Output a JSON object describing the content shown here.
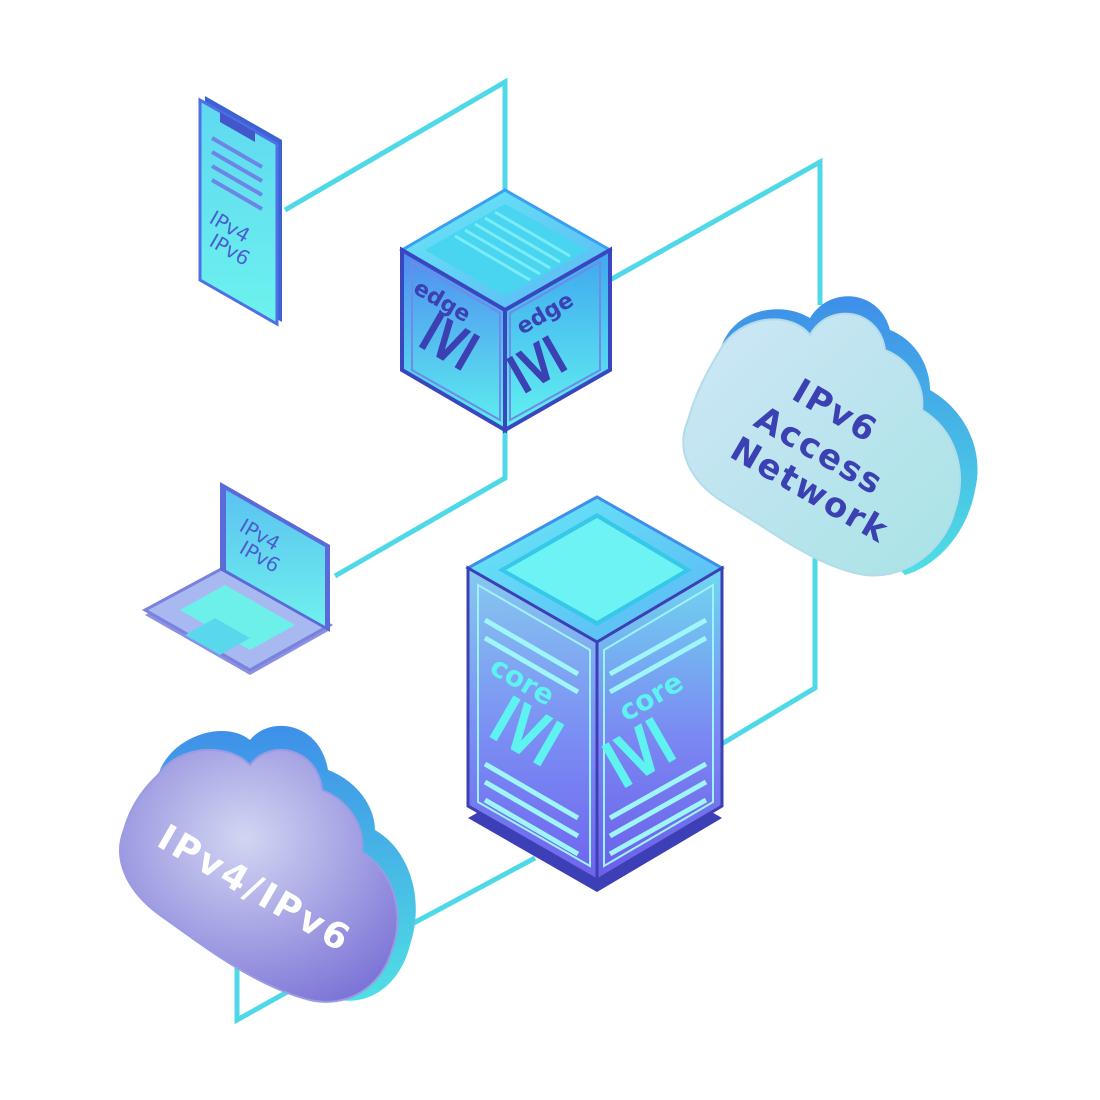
{
  "phone": {
    "line1": "IPv4",
    "line2": "IPv6"
  },
  "laptop": {
    "line1": "IPv4",
    "line2": "IPv6"
  },
  "edge_box": {
    "left_word": "edge",
    "left_logo": "IVI",
    "right_word": "edge",
    "right_logo": "IVI"
  },
  "core_tower": {
    "left_word": "core",
    "left_logo": "IVI",
    "right_word": "core",
    "right_logo": "IVI"
  },
  "cloud_access": {
    "line1": "IPv6",
    "line2": "Access",
    "line3": "Network"
  },
  "cloud_internet": {
    "label": "IPv4/IPv6"
  },
  "colors": {
    "link_line": "#4fd9e8",
    "cyan_face": "#5ef0f0",
    "blue_face": "#4f6fe6",
    "navy": "#3a3fb8",
    "purple_cloud": "#8a86dc",
    "text_dark": "#3b40b3",
    "text_light": "#ffffff"
  }
}
